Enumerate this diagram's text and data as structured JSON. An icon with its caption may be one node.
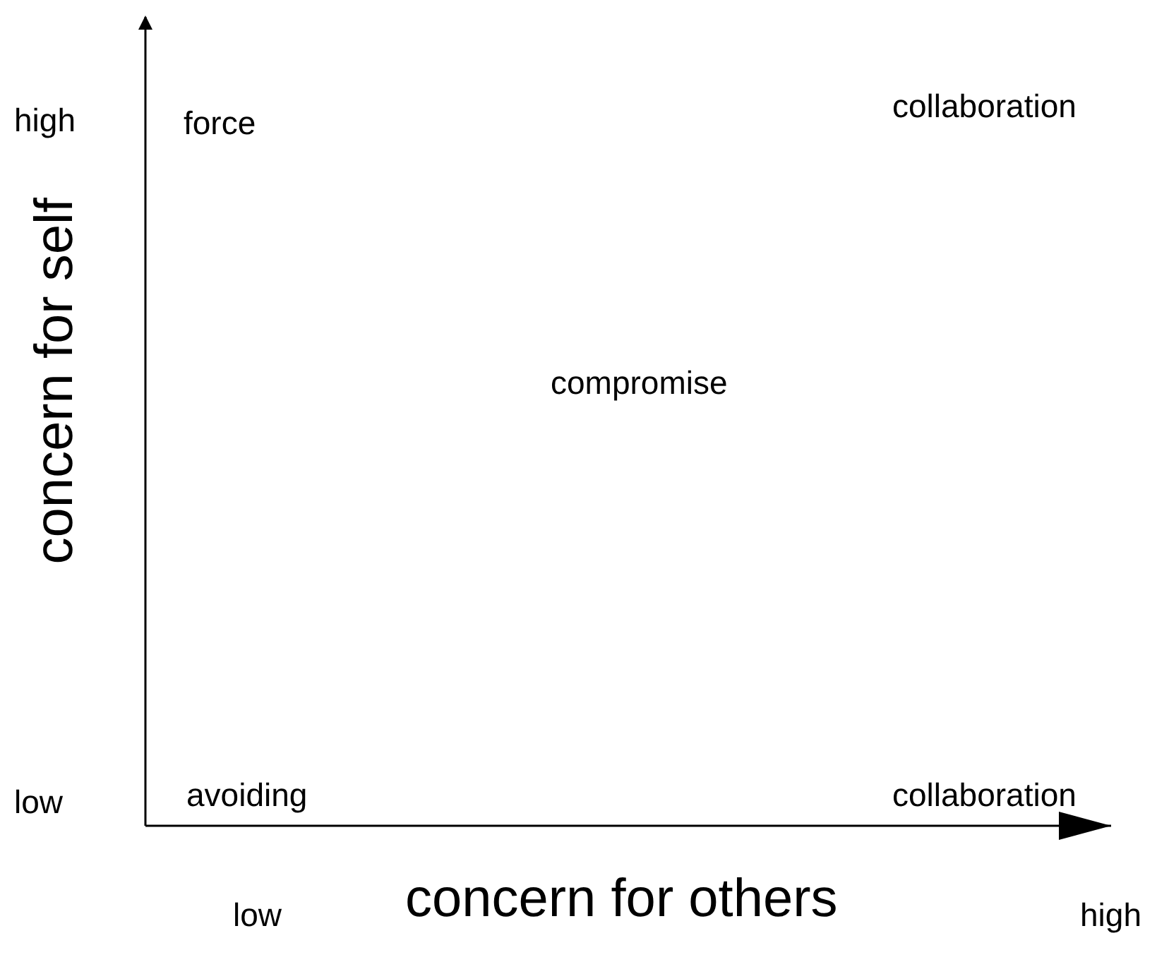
{
  "diagram": {
    "labels": [
      "high",
      "force",
      "collaboration",
      "concern for self",
      "compromise",
      "low",
      "avoiding",
      "collaboration",
      "low",
      "concern for others",
      "high"
    ]
  }
}
